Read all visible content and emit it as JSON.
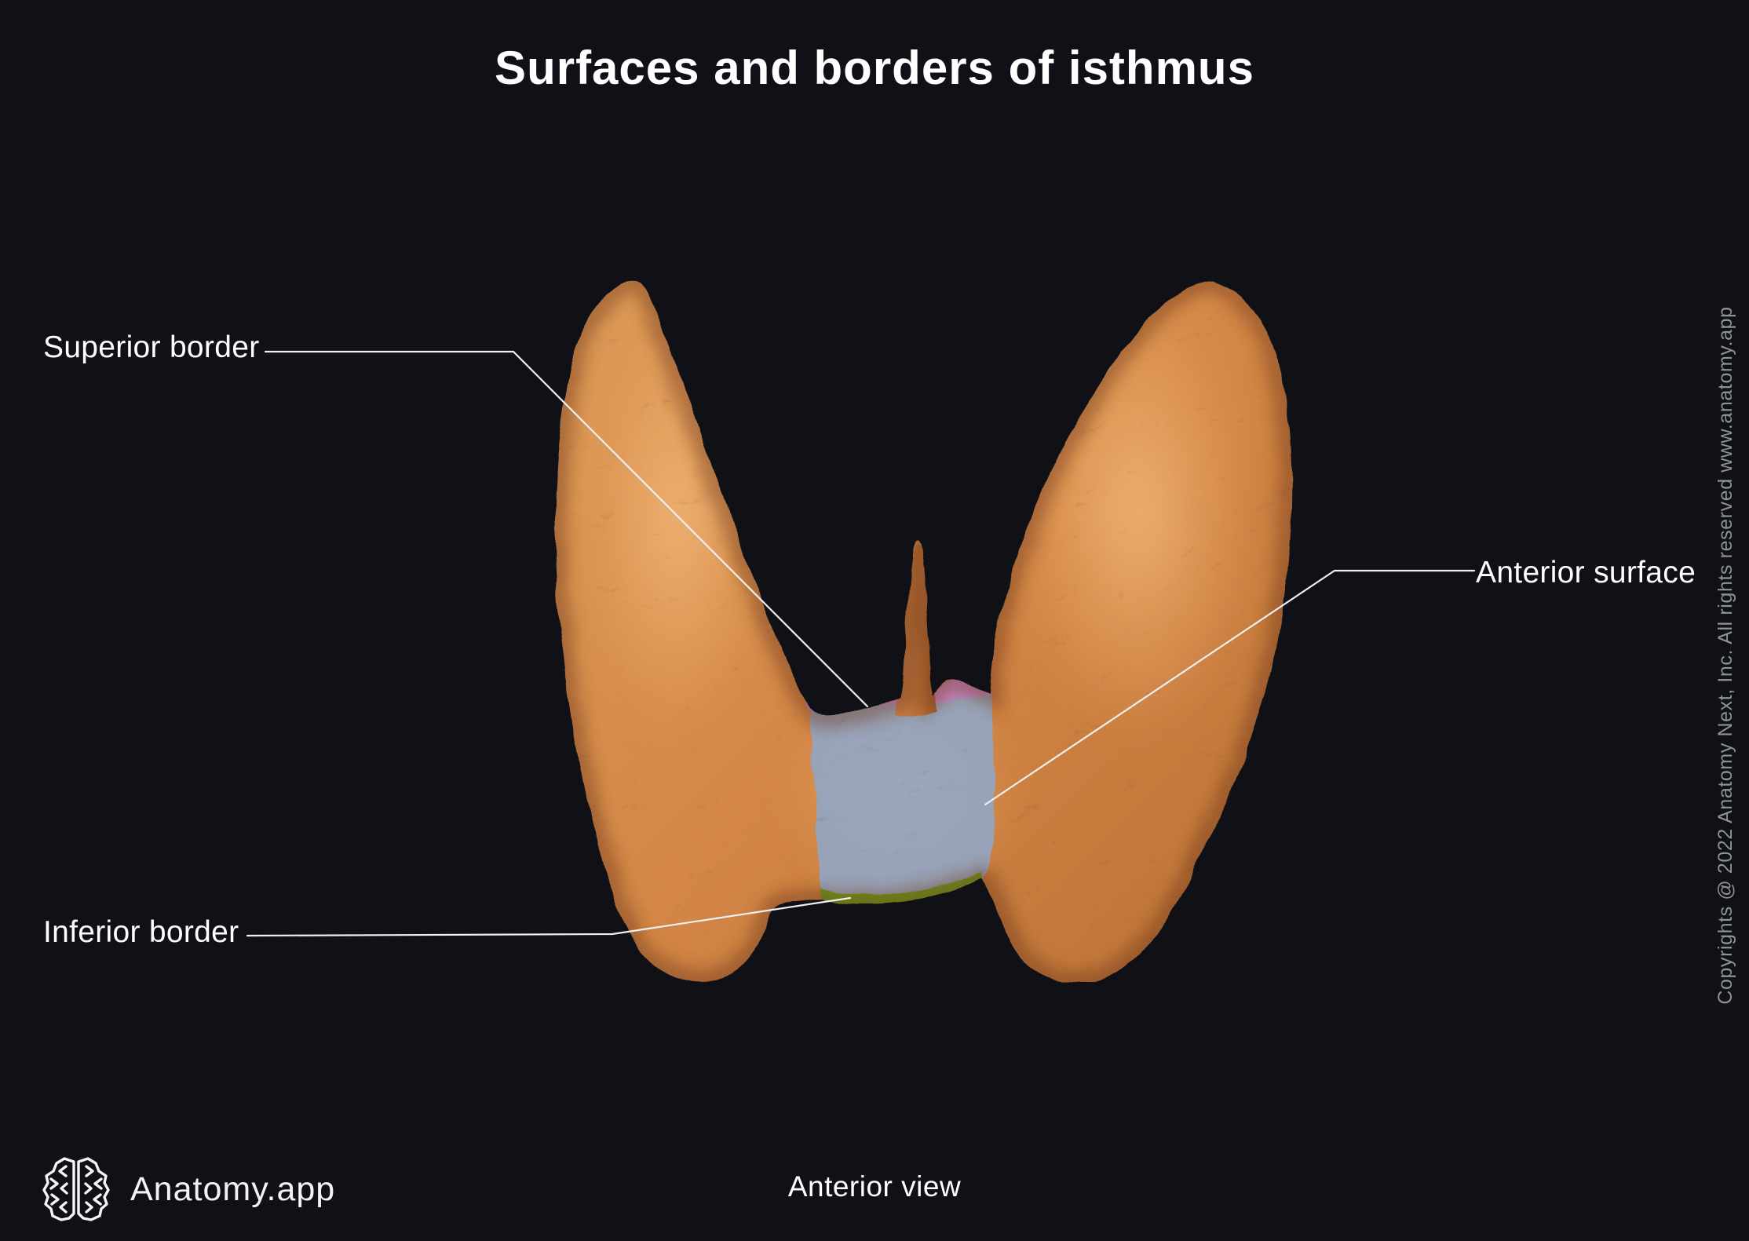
{
  "title": {
    "text": "Surfaces and borders of isthmus"
  },
  "figure": {
    "caption": "Anterior view",
    "labels": [
      {
        "text": "Superior border",
        "side": "left"
      },
      {
        "text": "Anterior surface",
        "side": "right"
      },
      {
        "text": "Inferior border",
        "side": "left"
      }
    ],
    "highlight_colors": {
      "superior_border": "#c887d8",
      "anterior_surface": "#8fa6c8",
      "inferior_border": "#6b9c15"
    },
    "gland_color": "#d8914f",
    "background_color": "#101117",
    "leader_line_color": "#eef0f2"
  },
  "brand": {
    "name": "Anatomy.app"
  },
  "copyright": {
    "text": "Copyrights @ 2022 Anatomy Next, Inc. All rights reserved www.anatomy.app"
  }
}
